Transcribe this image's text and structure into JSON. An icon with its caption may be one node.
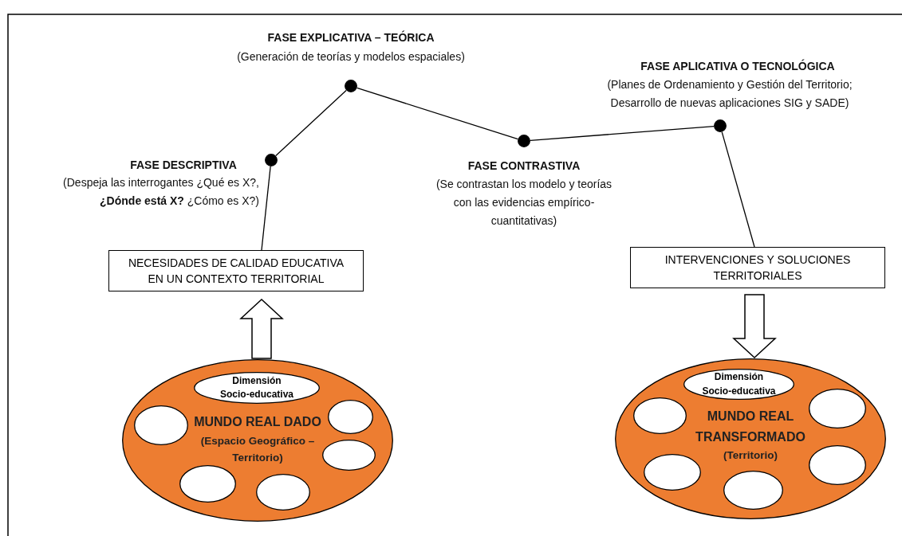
{
  "diagram": {
    "nodes": [
      {
        "text": [
          "NECESIDADES DE CALIDAD EDUCATIVA EN UN CONTEXTO TERRITORIAL"
        ]
      },
      {
        "text": [],
        "shape": "circle",
        "beside": [
          "FASE DESCRIPTIVA",
          "(Despeja las interrogantes ¿Qué es X?, **¿Dónde está X?** ¿Cómo es X?)"
        ]
      },
      {
        "text": [],
        "shape": "circle",
        "beside": [
          "FASE EXPLICATIVA – TEÓRICA",
          "(Generación de teorías y modelos espaciales)"
        ]
      },
      {
        "text": [],
        "shape": "circle",
        "beside": [
          "FASE CONTRASTIVA",
          "(Se contrastan los modelo y teorías con las evidencias empírico-cuantitativas)"
        ]
      },
      {
        "text": [],
        "shape": "circle",
        "beside": [
          "FASE APLICATIVA O TECNOLÓGICA",
          "(Planes de Ordenamiento y Gestión del Territorio; Desarrollo de nuevas aplicaciones SIG y SADE)"
        ]
      },
      {
        "text": [
          "INTERVENCIONES Y SOLUCIONES TERRITORIALES"
        ]
      },
      {
        "text": [
          "MUNDO REAL DADO",
          "(Espacio Geográfico – Territorio)"
        ]
      },
      {
        "text": [
          "Dimensión Socio-educativa"
        ],
        "in": 6
      },
      {
        "text": [],
        "shape": "circle",
        "in": 6
      },
      {
        "text": [],
        "shape": "circle",
        "in": 6
      },
      {
        "text": [],
        "shape": "circle",
        "in": 6
      },
      {
        "text": [],
        "shape": "circle",
        "in": 6
      },
      {
        "text": [],
        "shape": "circle",
        "in": 6
      },
      {
        "text": [
          "MUNDO REAL TRANSFORMADO",
          "(Territorio)"
        ]
      },
      {
        "text": [
          "Dimensión Socio-educativa"
        ],
        "in": 13
      },
      {
        "text": [],
        "shape": "circle",
        "in": 13
      },
      {
        "text": [],
        "shape": "circle",
        "in": 13
      },
      {
        "text": [],
        "shape": "circle",
        "in": 13
      },
      {
        "text": [],
        "shape": "circle",
        "in": 13
      },
      {
        "text": [],
        "shape": "circle",
        "in": 13
      }
    ],
    "edges": [
      {
        "from": 0,
        "to": 1,
        "arrow": "none"
      },
      {
        "from": 1,
        "to": 2,
        "arrow": "none"
      },
      {
        "from": 2,
        "to": 3,
        "arrow": "none"
      },
      {
        "from": 3,
        "to": 4,
        "arrow": "none"
      },
      {
        "from": 4,
        "to": 5,
        "arrow": "none"
      },
      {
        "from": 6,
        "to": 0,
        "arrow": "to",
        "style": "thick"
      },
      {
        "from": 5,
        "to": 13,
        "arrow": "to",
        "style": "thick"
      }
    ]
  }
}
